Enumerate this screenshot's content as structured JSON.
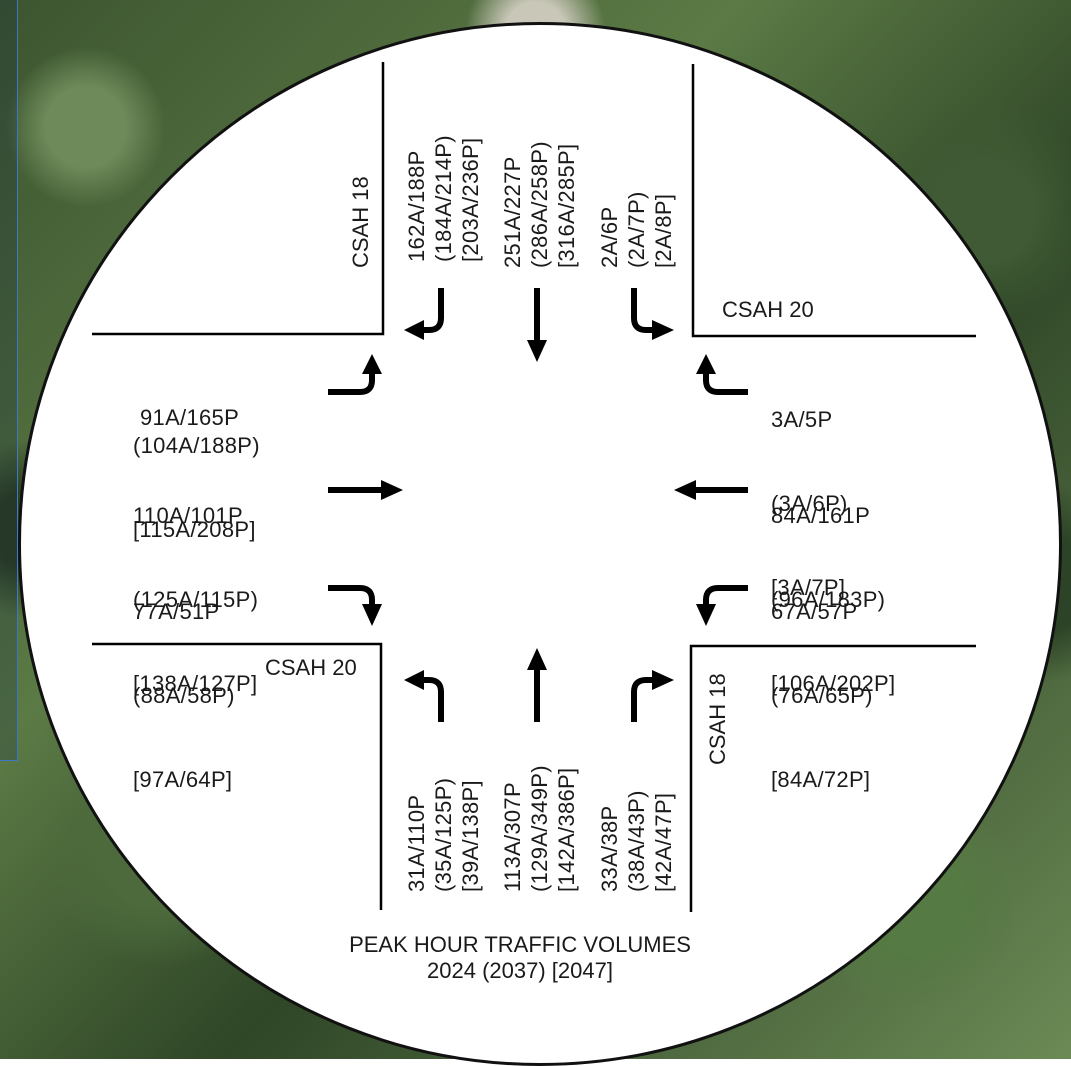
{
  "roads": {
    "north": "CSAH 18",
    "east": "CSAH 20",
    "west": "CSAH 20",
    "south": "CSAH 18"
  },
  "volumes": {
    "southbound": {
      "right": [
        "162A/188P",
        "(184A/214P)",
        "[203A/236P]"
      ],
      "through": [
        "251A/227P",
        "(286A/258P)",
        "[316A/285P]"
      ],
      "left": [
        "2A/6P",
        "(2A/7P)",
        "[2A/8P]"
      ]
    },
    "eastbound": {
      "left": [
        "91A/165P",
        "(104A/188P)",
        "[115A/208P]"
      ],
      "through": [
        "110A/101P",
        "(125A/115P)",
        "[138A/127P]"
      ],
      "right": [
        "77A/51P",
        "(88A/58P)",
        "[97A/64P]"
      ]
    },
    "westbound": {
      "right": [
        "3A/5P",
        "(3A/6P)",
        "[3A/7P]"
      ],
      "through": [
        "84A/161P",
        "(96A/183P)",
        "[106A/202P]"
      ],
      "left": [
        "67A/57P",
        "(76A/65P)",
        "[84A/72P]"
      ]
    },
    "northbound": {
      "left": [
        "31A/110P",
        "(35A/125P)",
        "[39A/138P]"
      ],
      "through": [
        "113A/307P",
        "(129A/349P)",
        "[142A/386P]"
      ],
      "right": [
        "33A/38P",
        "(38A/43P)",
        "[42A/47P]"
      ]
    }
  },
  "caption": {
    "line1": "PEAK HOUR TRAFFIC VOLUMES",
    "line2": "2024 (2037) [2047]"
  }
}
